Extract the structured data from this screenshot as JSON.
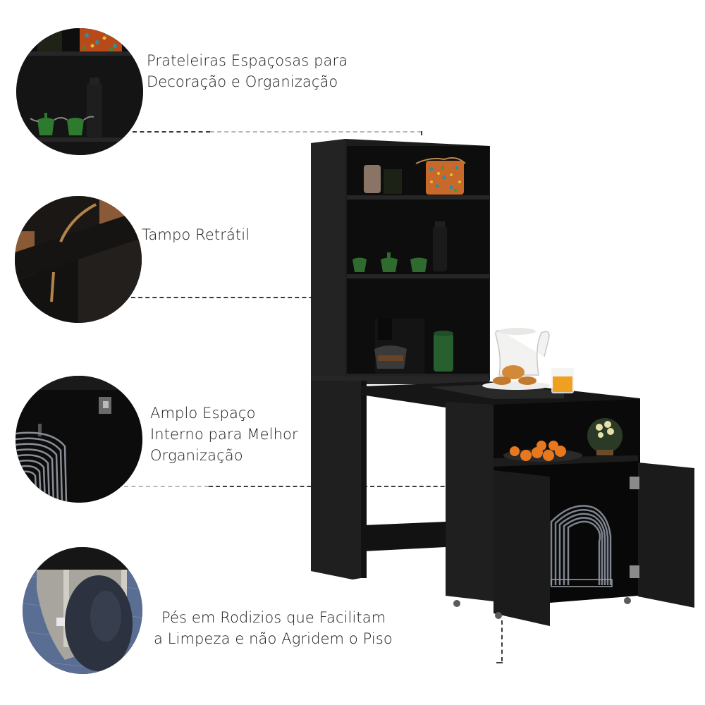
{
  "features": [
    {
      "id": "shelves",
      "icon": "shelves-detail-image",
      "lines": [
        "Prateleiras Espaçosas para",
        "Decoração e Organização"
      ]
    },
    {
      "id": "retractable-top",
      "icon": "retractable-top-detail-image",
      "lines": [
        "Tampo Retrátil"
      ]
    },
    {
      "id": "internal-space",
      "icon": "internal-space-detail-image",
      "lines": [
        "Amplo Espaço",
        "Interno para Melhor",
        "Organização"
      ]
    },
    {
      "id": "casters",
      "icon": "caster-wheel-detail-image",
      "lines": [
        "Pés em Rodizios que Facilitam",
        "a Limpeza e não Agridem o Piso"
      ]
    }
  ],
  "product": {
    "name": "kitchen-hutch-with-retractable-table",
    "color": "#1c1c1c",
    "accent_colors": {
      "cabinet": "#1e1e1e",
      "cabinet_shadow": "#0c0c0c",
      "green_pottery": "#2f6b2f",
      "orange_fruit": "#e8781e",
      "juice": "#f0a020",
      "wood": "#8a5a36"
    }
  }
}
